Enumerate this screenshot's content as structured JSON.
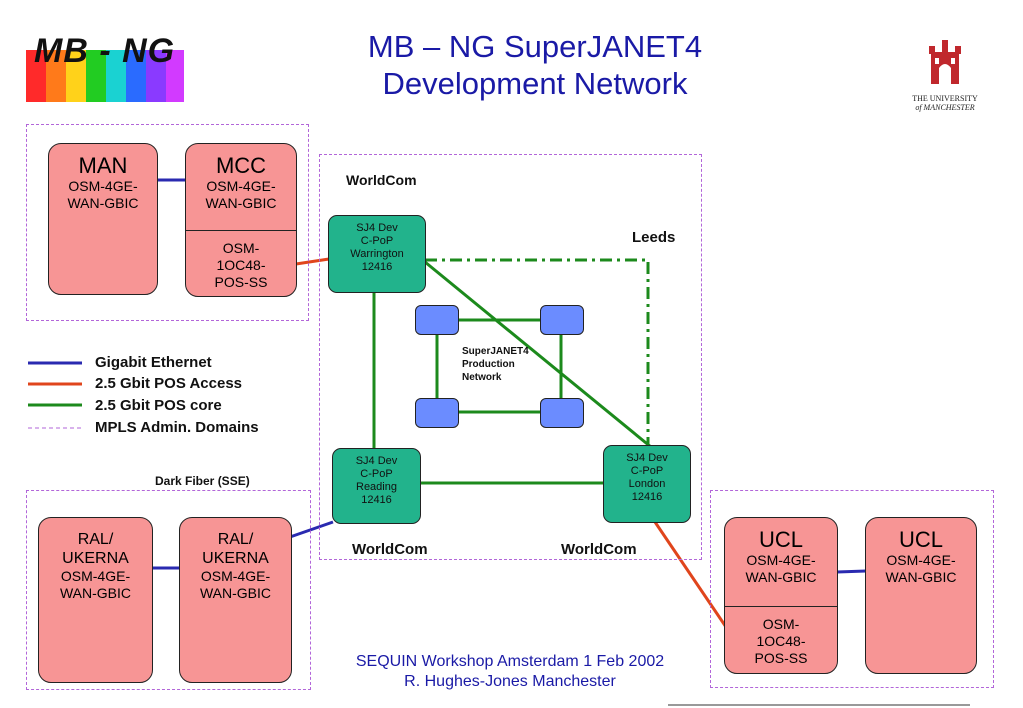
{
  "header": {
    "title_line1": "MB – NG SuperJANET4",
    "title_line2": "Development Network",
    "logo_text": "MB - NG",
    "university_line1": "THE UNIVERSITY",
    "university_line2": "of MANCHESTER"
  },
  "routers": {
    "man": {
      "title": "MAN",
      "line1": "OSM-4GE-",
      "line2": "WAN-GBIC"
    },
    "mcc": {
      "title": "MCC",
      "line1": "OSM-4GE-",
      "line2": "WAN-GBIC",
      "pos1": "OSM-",
      "pos2": "1OC48-",
      "pos3": "POS-SS"
    },
    "ral1": {
      "title1": "RAL/",
      "title2": "UKERNA",
      "line1": "OSM-4GE-",
      "line2": "WAN-GBIC"
    },
    "ral2": {
      "title1": "RAL/",
      "title2": "UKERNA",
      "line1": "OSM-4GE-",
      "line2": "WAN-GBIC"
    },
    "ucl1": {
      "title": "UCL",
      "line1": "OSM-4GE-",
      "line2": "WAN-GBIC",
      "pos1": "OSM-",
      "pos2": "1OC48-",
      "pos3": "POS-SS"
    },
    "ucl2": {
      "title": "UCL",
      "line1": "OSM-4GE-",
      "line2": "WAN-GBIC"
    }
  },
  "cpops": {
    "warrington": {
      "l1": "SJ4 Dev",
      "l2": "C-PoP",
      "l3": "Warrington",
      "l4": "12416"
    },
    "reading": {
      "l1": "SJ4 Dev",
      "l2": "C-PoP",
      "l3": "Reading",
      "l4": "12416"
    },
    "london": {
      "l1": "SJ4 Dev",
      "l2": "C-PoP",
      "l3": "London",
      "l4": "12416"
    }
  },
  "labels": {
    "worldcom_top": "WorldCom",
    "leeds": "Leeds",
    "worldcom_left": "WorldCom",
    "worldcom_right": "WorldCom",
    "dark_fiber": "Dark Fiber (SSE)",
    "production_1": "SuperJANET4",
    "production_2": "Production",
    "production_3": "Network"
  },
  "legend": [
    {
      "label": "Gigabit Ethernet",
      "color": "#2a2ab0"
    },
    {
      "label": "2.5 Gbit POS Access",
      "color": "#e0451c"
    },
    {
      "label": "2.5 Gbit POS core",
      "color": "#1c8a1c"
    },
    {
      "label": "MPLS Admin. Domains",
      "color": "#b266d9"
    }
  ],
  "footer": {
    "line1": "SEQUIN Workshop Amsterdam 1 Feb 2002",
    "line2": "R. Hughes-Jones  Manchester"
  }
}
